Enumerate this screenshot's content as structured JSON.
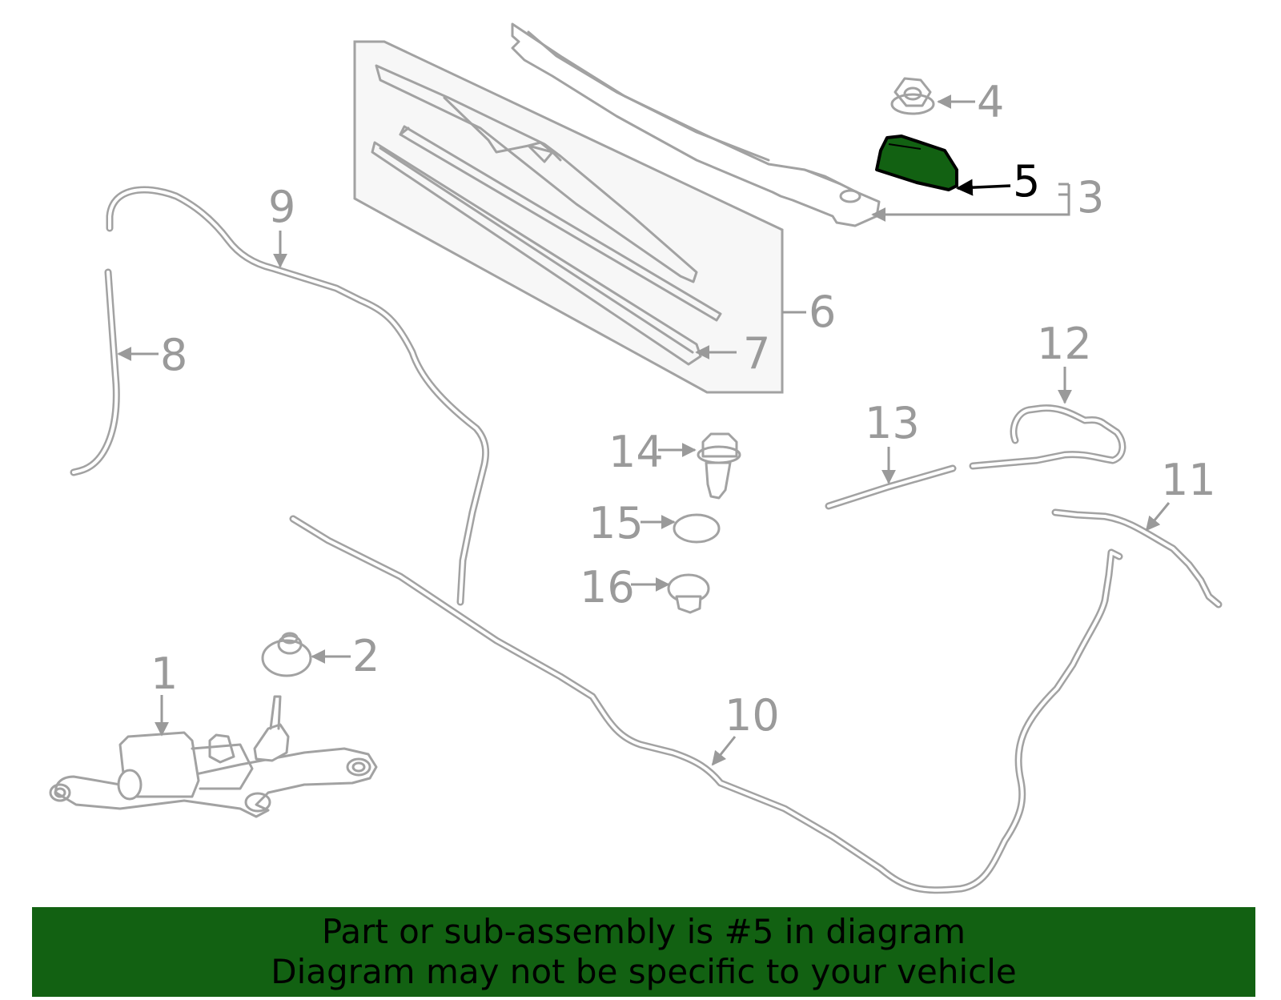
{
  "diagram": {
    "highlight_color": "#126112",
    "line_color": "#a2a2a2",
    "active_callout": "5",
    "callouts": {
      "c1": "1",
      "c2": "2",
      "c3": "3",
      "c4": "4",
      "c5": "5",
      "c6": "6",
      "c7": "7",
      "c8": "8",
      "c9": "9",
      "c10": "10",
      "c11": "11",
      "c12": "12",
      "c13": "13",
      "c14": "14",
      "c15": "15",
      "c16": "16"
    }
  },
  "banner": {
    "line1": "Part or sub-assembly is #5 in diagram",
    "line2": "Diagram may not be specific to your vehicle",
    "background": "#126112"
  }
}
